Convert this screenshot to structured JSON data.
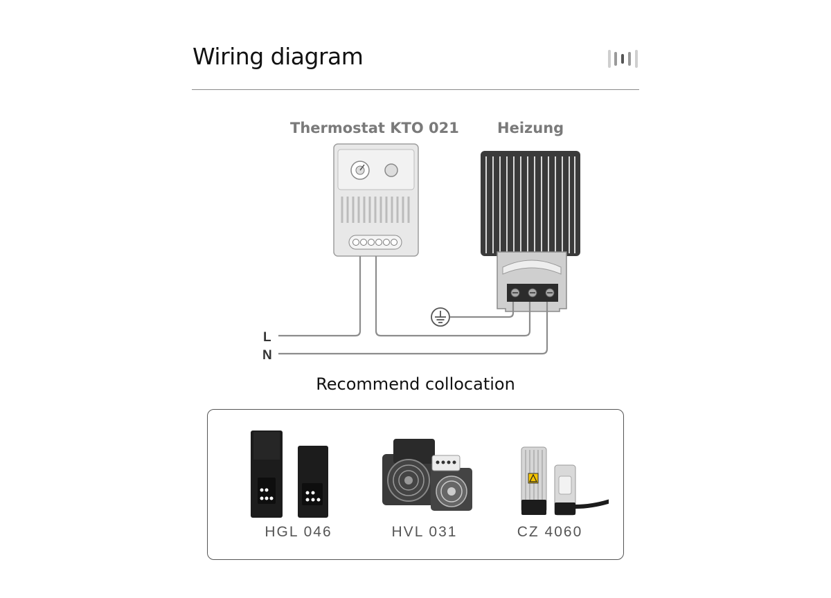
{
  "header": {
    "title": "Wiring diagram",
    "bar_colors": [
      "#cfcfcf",
      "#9a9a9a",
      "#5a5a5a",
      "#9a9a9a",
      "#cfcfcf"
    ]
  },
  "diagram": {
    "thermostat_label": "Thermostat KTO 021",
    "heater_label": "Heizung",
    "line_L": "L",
    "line_N": "N"
  },
  "recommend": {
    "title": "Recommend collocation",
    "products": [
      {
        "name": "HGL 046",
        "icon": "hgl-heater-icon"
      },
      {
        "name": "HVL 031",
        "icon": "fan-heater-icon"
      },
      {
        "name": "CZ 4060",
        "icon": "cz-heater-icon"
      }
    ]
  },
  "colors": {
    "wire": "#8c8c8c",
    "heater_body": "#333333",
    "thermostat_body": "#e6e6e6"
  }
}
